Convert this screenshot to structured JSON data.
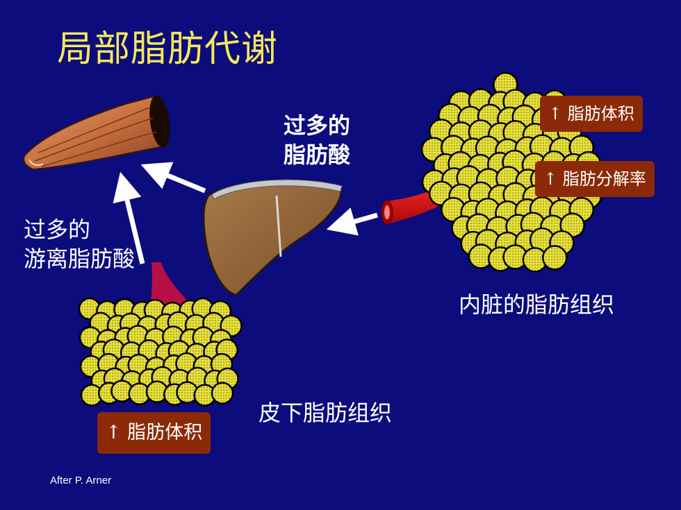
{
  "title": "局部脂肪代谢",
  "labels": {
    "excess_fa": [
      "过多的",
      "脂肪酸"
    ],
    "excess_ffa": [
      "过多的",
      "游离脂肪酸"
    ],
    "visceral_fat": "内脏的脂肪组织",
    "subcutaneous_fat": "皮下脂肪组织"
  },
  "badges": {
    "visceral_volume": "↑ 脂肪体积",
    "visceral_lipolysis": "↑ 脂肪分解率",
    "subcutaneous_volume": "↑ 脂肪体积"
  },
  "credit": "After P. Arner",
  "colors": {
    "background": "#0c0c7c",
    "title": "#f5e85a",
    "badge": "#8c2a08",
    "fat_cell": "#e8e03a",
    "vessel": "#e01818",
    "liver": "#9a6a3e",
    "arrow": "#ffffff"
  },
  "icons": [
    "muscle-icon",
    "liver-icon",
    "visceral-fat-icon",
    "subcutaneous-fat-icon",
    "blood-vessel-icon"
  ]
}
